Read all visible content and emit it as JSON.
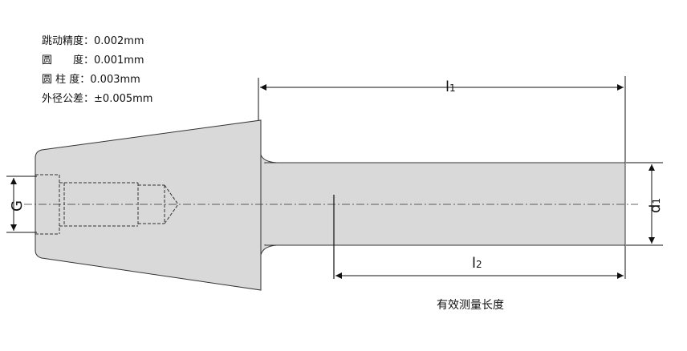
{
  "specs": [
    {
      "label": "跳动精度",
      "sep": "：",
      "value": "0.002mm"
    },
    {
      "label": "圆　　度",
      "sep": "：",
      "value": "0.001mm"
    },
    {
      "label": "圆 柱 度",
      "sep": "：",
      "value": "0.003mm"
    },
    {
      "label": "外径公差",
      "sep": "：",
      "value": "±0.005mm"
    }
  ],
  "dimensions": {
    "l1": {
      "main": "l",
      "sub": "1"
    },
    "l2": {
      "main": "l",
      "sub": "2"
    },
    "d1": {
      "main": "d",
      "sub": "1"
    },
    "g": "G"
  },
  "caption": "有效测量长度",
  "colors": {
    "part_fill": "#d9d9d9",
    "outline": "#333333",
    "dimension": "#111111"
  }
}
